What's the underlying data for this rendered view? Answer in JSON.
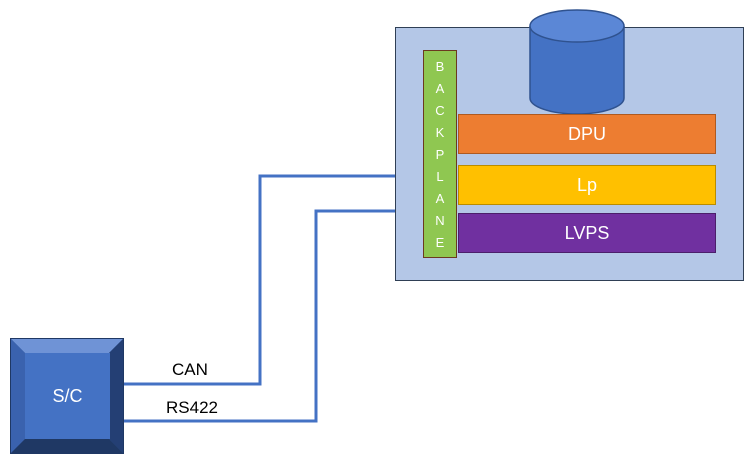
{
  "unit": {
    "backplane_letters": [
      "B",
      "A",
      "C",
      "K",
      "P",
      "L",
      "A",
      "N",
      "E"
    ],
    "layers": {
      "dpu": "DPU",
      "lp": "Lp",
      "lvps": "LVPS"
    }
  },
  "spacecraft": {
    "label": "S/C"
  },
  "links": {
    "can": "CAN",
    "rs422": "RS422"
  },
  "colors": {
    "unit_background": "#b4c7e7",
    "storage_cylinder": "#4472c4",
    "backplane": "#8fc751",
    "dpu": "#ed7d31",
    "lp": "#ffc000",
    "lvps": "#7030a0",
    "spacecraft": "#4472c4",
    "link_line": "#4472c4"
  }
}
